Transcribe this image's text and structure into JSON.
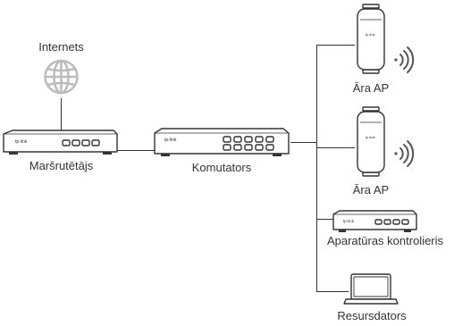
{
  "nodes": {
    "internet": {
      "label": "Internets",
      "icon": "globe-icon"
    },
    "router": {
      "label": "Maršrutētājs",
      "icon": "router-icon",
      "brand_text": "tp-link"
    },
    "switch": {
      "label": "Komutators",
      "icon": "switch-icon",
      "brand_text": "tp-link"
    },
    "ap_top": {
      "label": "Āra AP",
      "icon": "outdoor-access-point-icon",
      "brand_text": "tp-link"
    },
    "ap_bottom": {
      "label": "Āra AP",
      "icon": "outdoor-access-point-icon",
      "brand_text": "tp-link"
    },
    "controller": {
      "label": "Aparatūras kontrolieris",
      "icon": "hardware-controller-icon",
      "brand_text": "tp-link"
    },
    "computer": {
      "label": "Resursdators",
      "icon": "laptop-icon"
    }
  },
  "colors": {
    "line": "#333333",
    "device_outline": "#333333",
    "globe": "#bbbbbb",
    "text": "#333333"
  }
}
